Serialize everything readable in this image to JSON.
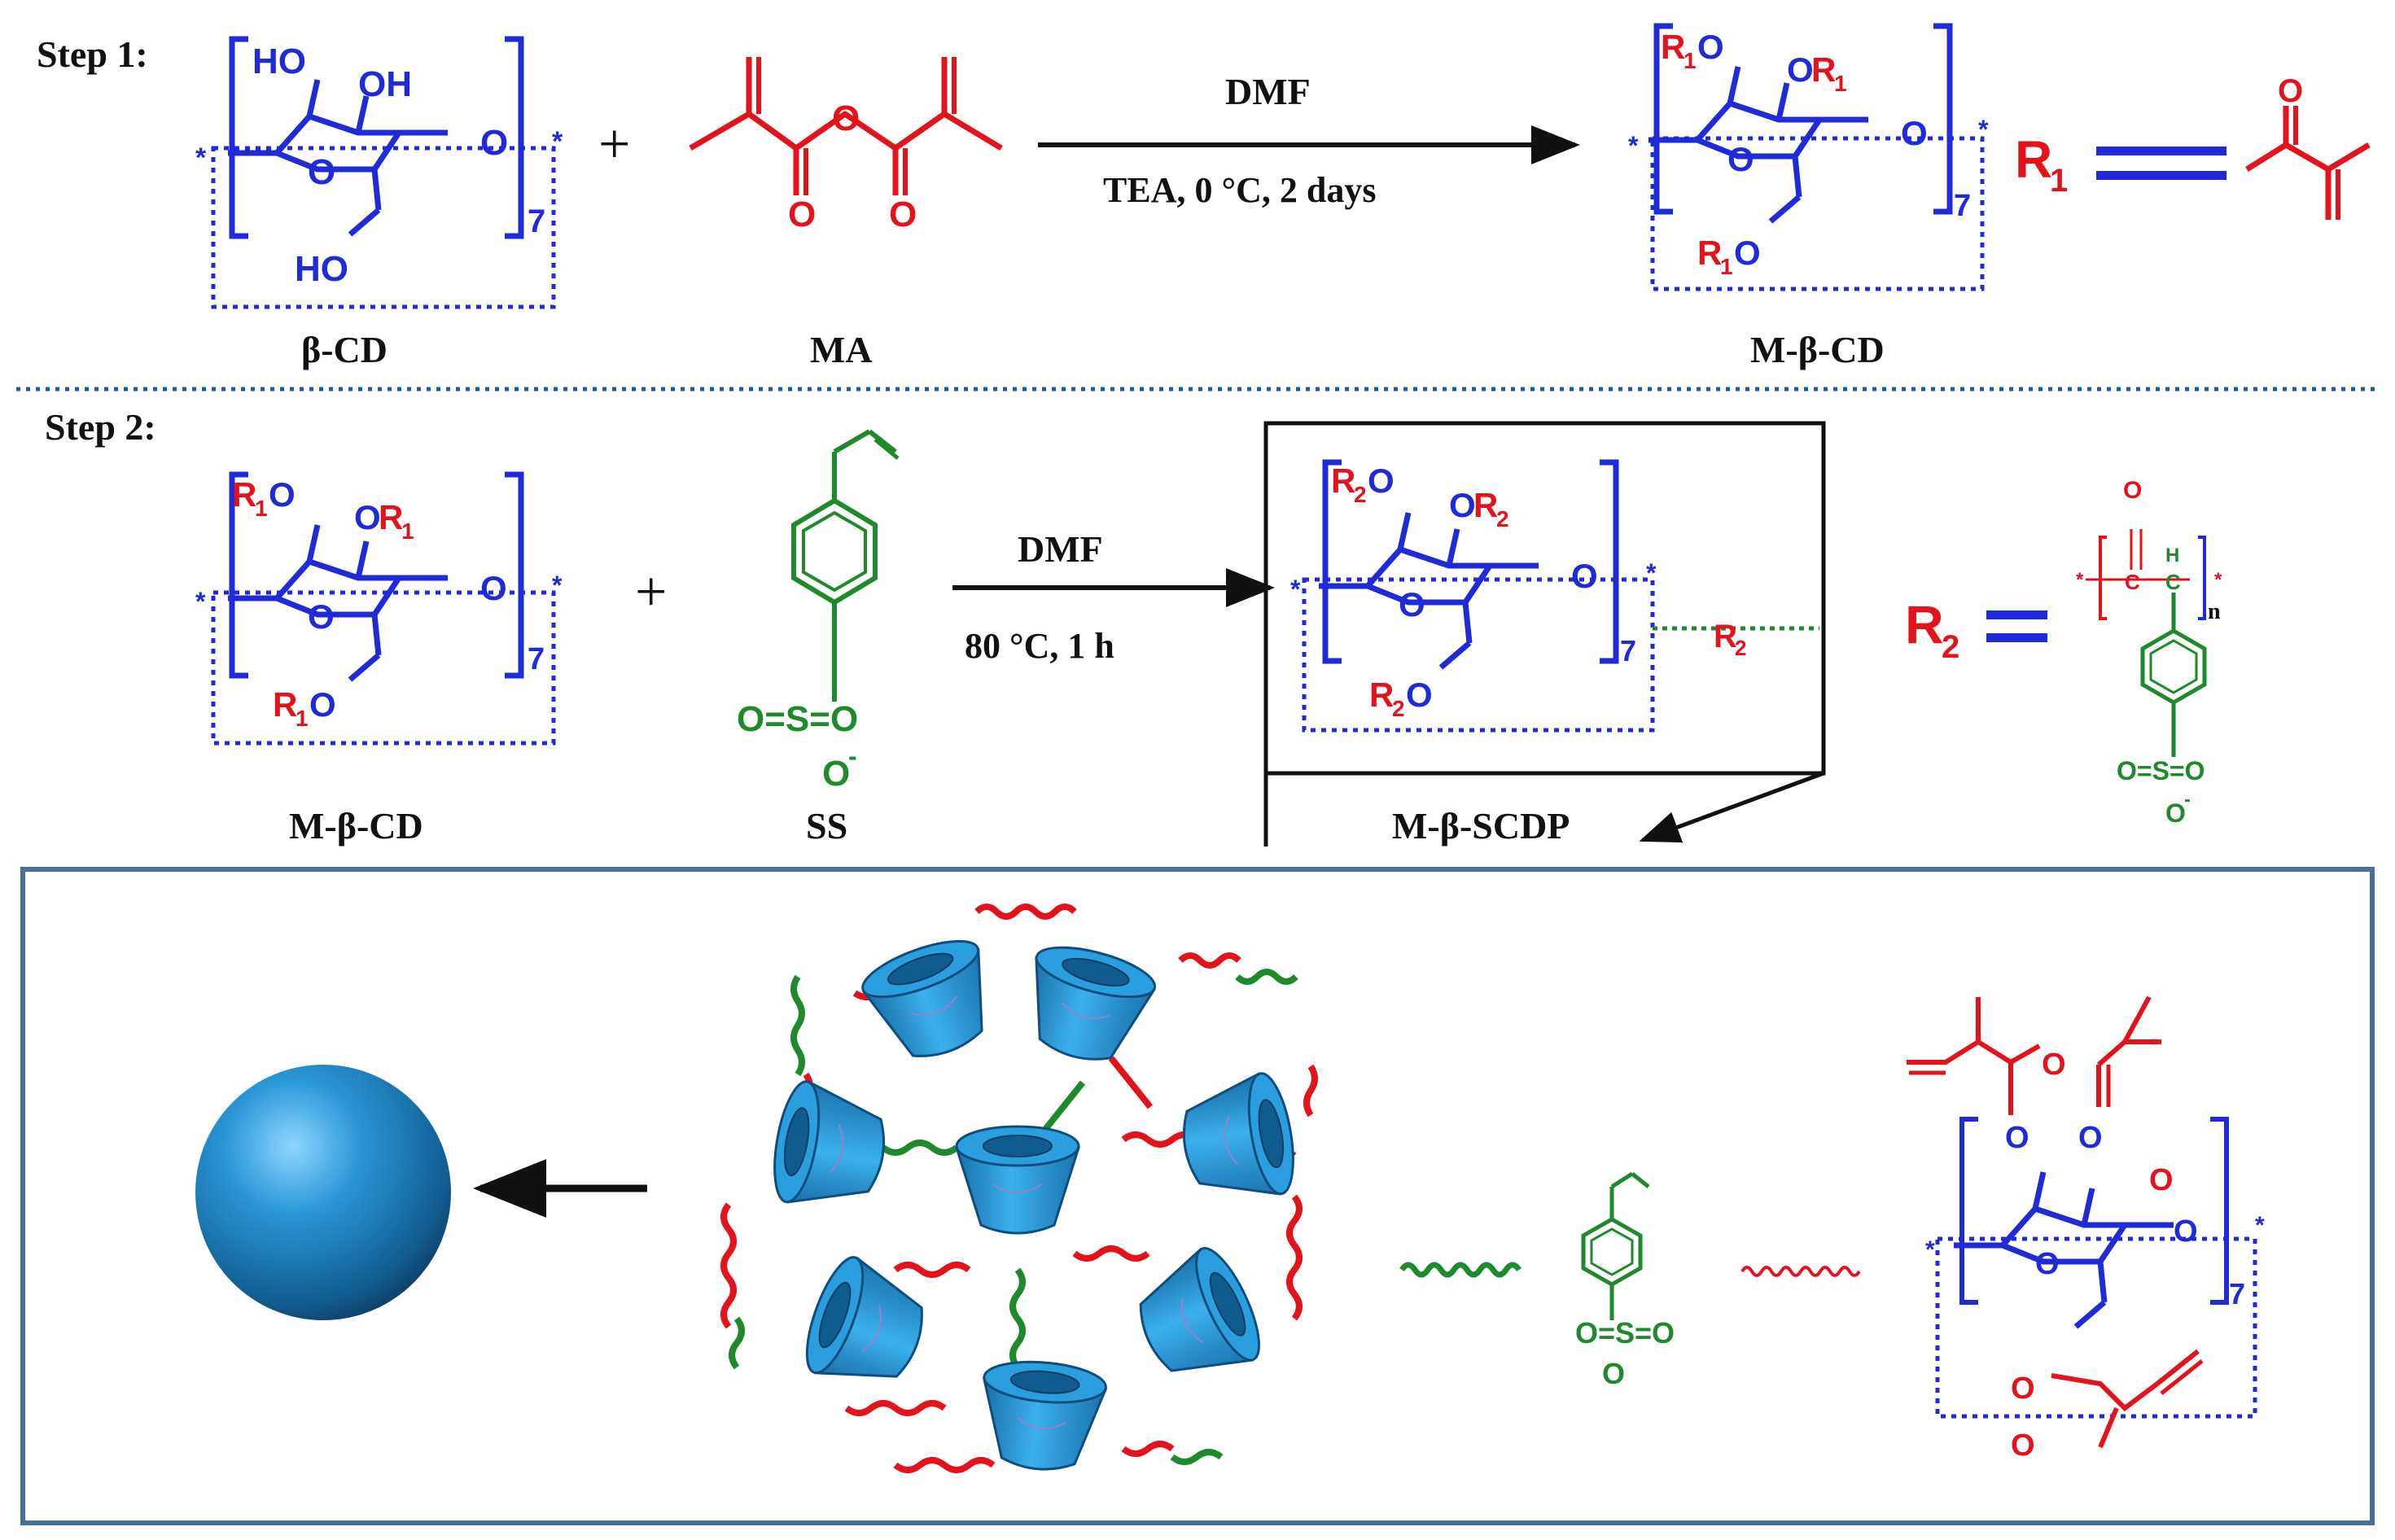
{
  "step1": {
    "step_label": "Step 1:",
    "reactant1_name": "β-CD",
    "reactant2_name": "MA",
    "product_name": "M-β-CD",
    "condition_top": "DMF",
    "condition_bottom": "TEA, 0 °C, 2 days",
    "plus": "+",
    "repeat_index": "7",
    "r_label": "R",
    "r1_sub": "1",
    "oh_top_left": "HO",
    "oh_top_right": "OH",
    "oh_bottom": "HO",
    "ring_o": "O",
    "bridge_o": "O",
    "ma_carbonyl_o": "O",
    "ma_bridge_o": "O",
    "r1_oxygen": "O",
    "star": "*"
  },
  "step2": {
    "step_label": "Step 2:",
    "reactant1_name": "M-β-CD",
    "reactant2_name": "SS",
    "product_name": "M-β-SCDP",
    "condition_top": "DMF",
    "condition_bottom": "80 °C, 1 h",
    "plus": "+",
    "repeat_index": "7",
    "r2_sub": "2",
    "sulfonate": "O=S=O",
    "sulfonate_o_minus": "O",
    "sulfonate_minus": "-",
    "poly_n": "n",
    "poly_h": "H",
    "poly_c": "C",
    "poly_o": "O"
  },
  "legend": {
    "sulfonate": "O=S=O",
    "sulfonate_o_minus": "O",
    "repeat_index": "7",
    "ester_o": "O"
  },
  "colors": {
    "cd_blue": "#1f2bd8",
    "methacryl_red": "#e3121b",
    "styrene_green": "#1e8a2b",
    "divider_blue": "#1f5d99",
    "panel_border": "#4a6f96",
    "sphere_blue": "#1f87c7"
  }
}
